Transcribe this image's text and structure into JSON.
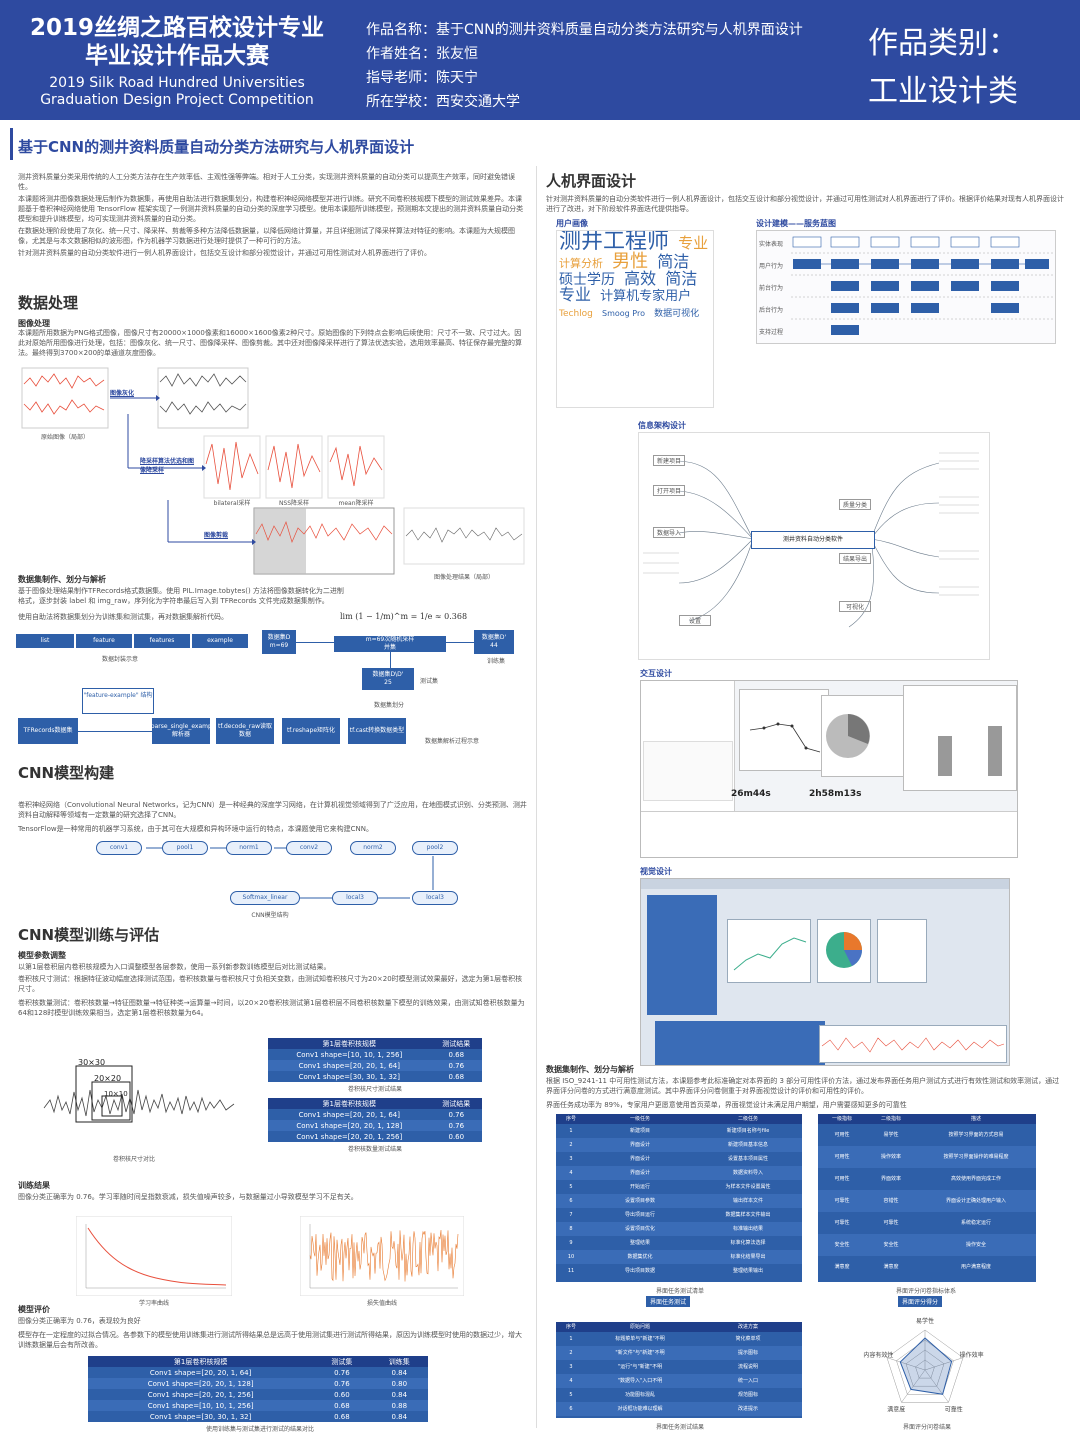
{
  "header": {
    "title_zh_1": "2019丝绸之路百校设计专业",
    "title_zh_2": "毕业设计作品大赛",
    "title_en_1": "2019  Silk Road Hundred Universities",
    "title_en_2": "Graduation Design Project Competition",
    "work_name": "作品名称：基于CNN的测井资料质量自动分类方法研究与人机界面设计",
    "author": "作者姓名：张友恒",
    "advisor": "指导老师：陈天宁",
    "school": "所在学校：西安交通大学",
    "category_1": "作品类别：",
    "category_2": "工业设计类"
  },
  "poster_title": "基于CNN的测井资料质量自动分类方法研究与人机界面设计",
  "intro": {
    "p1": "测井资料质量分类采用传统的人工分类方法存在生产效率低、主观性强等弊端。相对于人工分类，实现测井资料质量的自动分类可以提高生产效率，同时避免错误性。",
    "p2": "本课题将测井图像数据处理后制作为数据集，再使用自助法进行数据集划分，构建卷积神经网络模型并进行训练。研究不同卷积核规模下模型的测试效果差异。本课题基于卷积神经网络使用 TensorFlow 框架实现了一例测井资料质量的自动分类的深度学习模型。使用本课题所训练模型，预测期本文提出的测井资料质量自动分类模型和提升训练模型，均可实现测井资料质量的自动分类。",
    "p3": "在数据处理阶段使用了灰化、统一尺寸、降采样、剪裁等多种方法降低数据量，以降低网络计算量，并且详细测试了降采样算法对特征的影响。本课题为大规模图像，尤其是与本文数据相似的波形图，作为机器学习数据进行处理时提供了一种可行的方法。",
    "p4": "针对测井资料质量的自动分类软件进行一例人机界面设计，包括交互设计和部分视觉设计，并通过可用性测试对人机界面进行了评价。"
  },
  "data_processing": {
    "title": "数据处理",
    "sub1": "图像处理",
    "text1": "本课题所用数据为PNG格式图像，图像尺寸有20000×1000像素和16000×1600像素2种尺寸。原始图像的下列特点会影响后续使用：尺寸不一致、尺寸过大。因此对原始所用图像进行处理，包括：图像灰化、统一尺寸、图像降采样、图像剪裁。其中还对图像降采样进行了算法优选实验，选用效率最高、特征保存最完整的算法。最终得到3700×200的单通道灰度图像。",
    "label_gray": "图像灰化",
    "label_down": "降采样算法优选和图像降采样",
    "label_crop": "图像剪裁",
    "cap_orig": "原始图像（局部）",
    "cap_a": "bilateral采样",
    "cap_b": "NSS降采样",
    "cap_c": "mean降采样",
    "cap_final": "图像处理结果（局部）",
    "sub2": "数据集制作、划分与解析",
    "text2": "基于图像处理结果制作TFRecords格式数据集。使用 PIL.Image.tobytes() 方法将图像数据转化为二进制格式，逐步封装 label 和 img_raw，序列化为字符串最后写入到 TFRecords 文件完成数据集制作。",
    "text3": "使用自助法将数据集划分为训练集和测试集，再对数据集解析代码。",
    "formula": "lim (1 − 1/m)^m = 1/e ≈ 0.368",
    "flow1": [
      "list",
      "feature",
      "features",
      "example"
    ],
    "cap_flow1": "数据封装示意",
    "box_d": "数据集D\nm=69",
    "box_mid": "m=69次随机采样\n并集",
    "box_d2": "数据集D'\n44",
    "cap_train": "训练集",
    "box_dd": "数据集D\\D'\n25",
    "cap_test": "测试集",
    "cap_split": "数据集划分",
    "feature_struct": "\"feature-example\" 结构",
    "flow2": [
      "TFRecords数据集",
      "tf.parse_single_example解析器",
      "tf.decode_raw读取数据",
      "tf.reshape矩阵化",
      "tf.cast转换数据类型"
    ],
    "cap_flow2": "数据集解析过程示意"
  },
  "cnn_build": {
    "title": "CNN模型构建",
    "text1": "卷积神经网络（Convolutional Neural Networks，记为CNN）是一种经典的深度学习网络，在计算机视觉领域得到了广泛应用，在地图模式识别、分类预测、测井资料自动解释等领域有一定数量的研究选择了CNN。",
    "text2": "TensorFlow是一种常用的机器学习系统，由于其可在大规模和异构环境中运行的特点，本课题使用它来构建CNN。",
    "nodes_top": [
      "conv1",
      "pool1",
      "norm1",
      "conv2",
      "norm2",
      "pool2"
    ],
    "nodes_bottom": [
      "Softmax_linear",
      "local3",
      "local3"
    ],
    "cap": "CNN模型结构"
  },
  "cnn_train": {
    "title": "CNN模型训练与评估",
    "sub1": "模型参数调整",
    "text1": "以第1层卷积层内卷积核规模为入口调整模型各层参数，使用一系列新参数训练模型后对比测试结果。",
    "text2": "卷积核尺寸测试：根据特征波动幅度选择测试范围，卷积核数量与卷积核尺寸负相关变数，由测试知卷积核尺寸为20×20时模型测试效果最好，选定为第1层卷积核尺寸。",
    "text3": "卷积核数量测试：卷积核数量→特征图数量→特征种类→运算量→时间，以20×20卷积核测试第1层卷积层不同卷积核数量下模型的训练效果，由测试知卷积核数量为64和128时模型训练效果相当，选定第1层卷积核数量为64。",
    "kernel_labels": [
      "30×30",
      "20×20",
      "10×10"
    ],
    "cap_kernel": "卷积核尺寸对比",
    "table1": {
      "headers": [
        "第1层卷积核规模",
        "测试结果"
      ],
      "rows": [
        [
          "Conv1 shape=[10, 10, 1, 256]",
          "0.68"
        ],
        [
          "Conv1 shape=[20, 20, 1, 64]",
          "0.76"
        ],
        [
          "Conv1 shape=[30, 30, 1, 32]",
          "0.68"
        ]
      ],
      "cap": "卷积核尺寸测试结果"
    },
    "table2": {
      "headers": [
        "第1层卷积核规模",
        "测试结果"
      ],
      "rows": [
        [
          "Conv1 shape=[20, 20, 1, 64]",
          "0.76"
        ],
        [
          "Conv1 shape=[20, 20, 1, 128]",
          "0.76"
        ],
        [
          "Conv1 shape=[20, 20, 1, 256]",
          "0.60"
        ]
      ],
      "cap": "卷积核数量测试结果"
    },
    "sub2": "训练结果",
    "text4": "图像分类正确率为 0.76。学习率随时间呈指数衰减，损失值噪声较多，与数据量过小导致模型学习不足有关。",
    "cap_lr": "学习率曲线",
    "cap_loss": "损失值曲线",
    "sub3": "模型评价",
    "text5": "图像分类正确率为 0.76，表现较为良好",
    "text6": "模型存在一定程度的过拟合情况。各参数下的模型使用训练集进行测试所得结果总是远高于使用测试集进行测试所得结果，原因为训练模型时使用的数据过少，增大训练数据量后会有所改善。",
    "table3": {
      "headers": [
        "第1层卷积核规模",
        "测试集",
        "训练集"
      ],
      "rows": [
        [
          "Conv1 shape=[20, 20, 1, 64]",
          "0.76",
          "0.84"
        ],
        [
          "Conv1 shape=[20, 20, 1, 128]",
          "0.76",
          "0.80"
        ],
        [
          "Conv1 shape=[20, 20, 1, 256]",
          "0.60",
          "0.84"
        ],
        [
          "Conv1 shape=[10, 10, 1, 256]",
          "0.68",
          "0.88"
        ],
        [
          "Conv1 shape=[30, 30, 1, 32]",
          "0.68",
          "0.84"
        ]
      ],
      "cap": "使用训练集与测试集进行测试的结果对比"
    }
  },
  "hci": {
    "title": "人机界面设计",
    "text1": "针对测井资料质量的自动分类软件进行一例人机界面设计，包括交互设计和部分视觉设计，并通过可用性测试对人机界面进行了评价。根据评价结果对现有人机界面设计进行了改进，对下阶段软件界面迭代提供指导。",
    "user_portrait": "用户画像",
    "design_model": "设计建模——服务蓝图",
    "words": [
      "测井工程师",
      "专业",
      "计算分析",
      "男性",
      "简洁",
      "硕士学历",
      "高效",
      "简洁",
      "专业",
      "计算机专家用户",
      "Techlog",
      "Smoog Pro",
      "数据可视化"
    ],
    "bp_rows": [
      "实体表现",
      "用户行为",
      "前台行为",
      "后台行为",
      "支持过程"
    ],
    "info_arch": "信息架构设计",
    "mind_center": "测井资料自动分类软件",
    "mind_nodes": [
      "新建项目",
      "打开项目",
      "数据导入",
      "质量分类",
      "结果导出",
      "可视化",
      "设置"
    ],
    "interaction": "交互设计",
    "visual": "视觉设计",
    "ui_time_1": "26m44s",
    "ui_time_2": "2h58m13s",
    "sub_eval": "数据集制作、划分与解析",
    "text_eval": "根据 ISO_9241-11 中可用性测试方法，本课题参考此标准确定对本界面的 3 部分可用性评价方法，通过发布界面任务用户测试方式进行有效性测试和效率测试，通过界面评分问卷的方式进行满意度测试。其中界面评分问卷侧重于对界面视觉设计的评价和可用性的评价。",
    "text_eval2": "界面任务成功率为 89%，专家用户更愿意使用首页菜单，界面视觉设计未满足用户期望，用户需要感知更多的可靠性",
    "task_headers": [
      "序号",
      "一级任务",
      "二级任务"
    ],
    "task_l1": [
      "新建项目",
      "界面设计",
      "界面设计",
      "界面设计",
      "开始运行",
      "设置项目参数",
      "导出项目运行",
      "设置项目优化",
      "整理结果",
      "数据集优化",
      "导出项目数据"
    ],
    "task_l2": [
      "新建项目名称与file",
      "新建项目基本信息",
      "设置基本项目属性",
      "数据资料导入",
      "为样本文件设置属性",
      "输出样本文件",
      "数据集样本文件输出",
      "标准输出结果",
      "标准化算法选择",
      "标准化结果导出",
      "整理结果输出"
    ],
    "cap_task": "界面任务测试清单",
    "eval_headers": [
      "一级指标",
      "二级指标",
      "描述"
    ],
    "eval_l1": [
      "可用性",
      "可用性",
      "可用性",
      "可靠性",
      "可靠性",
      "安全性",
      "满意度"
    ],
    "eval_l2": [
      "易学性",
      "操作效率",
      "界面效率",
      "容错性",
      "可靠性",
      "安全性",
      "满意度"
    ],
    "eval_desc": [
      "按照学习界面的方式容易",
      "按照学习界面操作的难易程度",
      "高效使用界面完成工作",
      "界面设计正确处理用户输入",
      "系统稳定运行",
      "操作安全",
      "用户满意程度"
    ],
    "cap_eval": "界面评分问卷指标体系",
    "task_test": "界面任务测试",
    "score_label": "界面评分得分",
    "result_headers": [
      "序号",
      "原始问题",
      "改进方案"
    ],
    "result_rows": [
      [
        "1",
        "标题菜单与\"新建\"不明",
        "简化菜单项"
      ],
      [
        "2",
        "\"新文件\"与\"新建\"不明",
        "提示图标"
      ],
      [
        "3",
        "\"运行\"与\"新建\"不明",
        "流程说明"
      ],
      [
        "4",
        "\"数据导入\"入口不明",
        "统一入口"
      ],
      [
        "5",
        "功能图标混乱",
        "规范图标"
      ],
      [
        "6",
        "对话框功能难以理解",
        "改进提示"
      ]
    ],
    "cap_result": "界面任务测试结果",
    "radar_labels": [
      "易学性",
      "操作效率",
      "可靠性",
      "满意度",
      "内容有效性"
    ],
    "radar_values": [
      0.8,
      0.7,
      0.75,
      0.6,
      0.65
    ],
    "cap_radar": "界面评分问卷结果"
  },
  "colors": {
    "primary": "#2e4aa0",
    "box": "#2e5fa8",
    "accent": "#e84f3c"
  }
}
